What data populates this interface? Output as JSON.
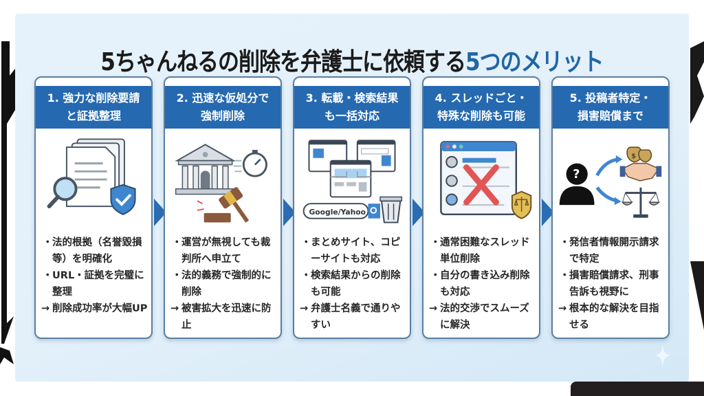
{
  "title": {
    "main": "5ちゃんねるの削除を弁護士に依頼する",
    "highlight": "5つのメリット"
  },
  "colors": {
    "accent": "#1f66a6",
    "card_header": "#2569b0",
    "panel_bg": "#e3f0fa",
    "card_border": "#5a7ea0"
  },
  "cards": [
    {
      "heading": "1. 強力な削除要請\nと証拠整理",
      "icon": "document-magnifier-shield-icon",
      "bullets": [
        "法的根拠（名誉毀損等）を明確化",
        "URL・証拠を完璧に整理"
      ],
      "result": "削除成功率が大幅UP"
    },
    {
      "heading": "2. 迅速な仮処分で\n強制削除",
      "icon": "courthouse-gavel-stopwatch-icon",
      "bullets": [
        "運営が無視しても裁判所へ申立て",
        "法的義務で強制的に削除"
      ],
      "result": "被害拡大を迅速に防止"
    },
    {
      "heading": "3. 転載・検索結果\nも一括対応",
      "icon": "websites-search-trash-icon",
      "search_label": "Google/Yahoo",
      "bullets": [
        "まとめサイト、コピーサイトも対応",
        "検索結果からの削除も可能"
      ],
      "result": "弁護士名義で通りやすい"
    },
    {
      "heading": "4. スレッドごと・\n特殊な削除も可能",
      "icon": "thread-window-delete-badge-icon",
      "bullets": [
        "通常困難なスレッド単位削除",
        "自分の書き込み削除も対応"
      ],
      "result": "法的交渉でスムーズに解決"
    },
    {
      "heading": "5. 投稿者特定・\n損害賠償まで",
      "icon": "anonymous-user-settlement-scales-icon",
      "bullets": [
        "発信者情報開示請求で特定",
        "損害賠償請求、刑事告訴も視野に"
      ],
      "result": "根本的な解決を目指せる"
    }
  ],
  "bullet_symbol": "・",
  "result_symbol": "→"
}
